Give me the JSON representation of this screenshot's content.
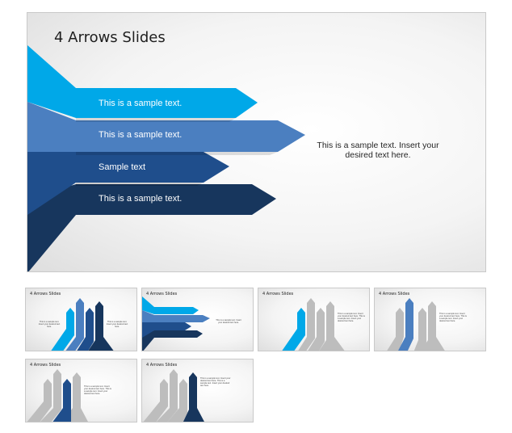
{
  "main_slide": {
    "title": "4 Arrows Slides",
    "arrows": [
      {
        "label": "This is a sample text.",
        "color": "#00a8e8"
      },
      {
        "label": "This is a sample text.",
        "color": "#4b7fc0"
      },
      {
        "label": "Sample text",
        "color": "#1f4e8c"
      },
      {
        "label": "This is a sample text.",
        "color": "#17365d"
      }
    ],
    "side_text": "This is a sample text. Insert your desired text here."
  },
  "thumbnails": [
    {
      "title": "4 Arrows Slides"
    },
    {
      "title": "4 Arrows Slides"
    },
    {
      "title": "4 Arrows Slides"
    },
    {
      "title": "4 Arrows Slides"
    },
    {
      "title": "4 Arrows Slides"
    },
    {
      "title": "4 Arrows Slides"
    }
  ],
  "colors": {
    "cyan": "#00a8e8",
    "medium_blue": "#4b7fc0",
    "dark_blue": "#1f4e8c",
    "navy": "#17365d",
    "gray": "#bdbdbd"
  }
}
